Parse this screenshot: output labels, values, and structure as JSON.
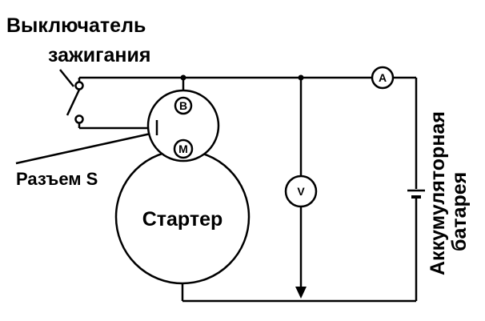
{
  "labels": {
    "ignition_switch_line1": "Выключатель",
    "ignition_switch_line2": "зажигания",
    "connector_s": "Разъем S",
    "starter": "Стартер",
    "battery_line1": "Аккумуляторная",
    "battery_line2": "батарея"
  },
  "terminals": {
    "b": "B",
    "m": "M"
  },
  "meters": {
    "ammeter": "A",
    "voltmeter": "V"
  },
  "colors": {
    "ink": "#000000",
    "background": "#ffffff"
  }
}
